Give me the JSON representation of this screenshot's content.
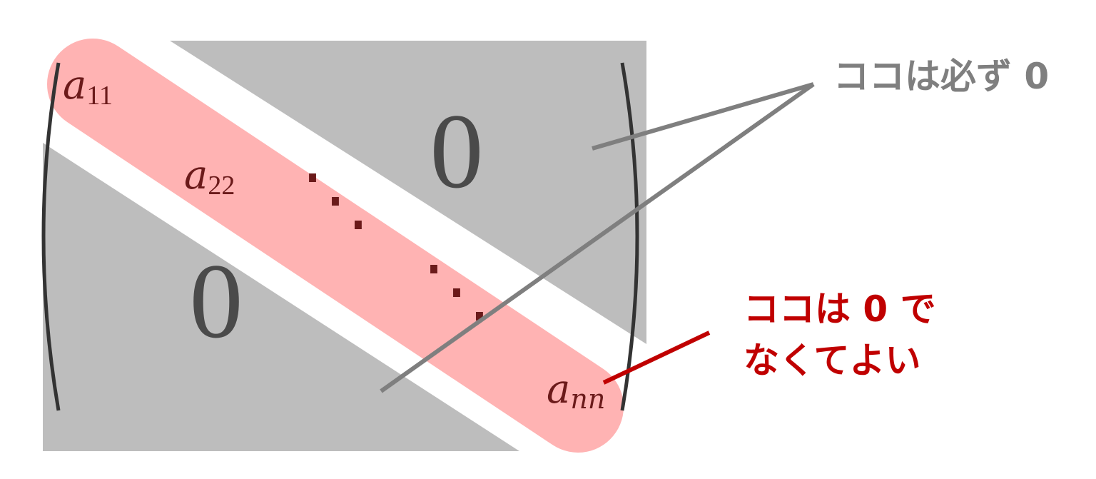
{
  "matrix": {
    "entries": {
      "a11": {
        "base": "a",
        "sub": "11"
      },
      "a22": {
        "base": "a",
        "sub": "22"
      },
      "ann": {
        "base": "a",
        "sub": "nn"
      }
    },
    "upper_zero": "0",
    "lower_zero": "0",
    "dots": "⋱"
  },
  "callouts": {
    "zero_region": {
      "text": "ココは必ず 0"
    },
    "diagonal": {
      "lines": [
        "ココは 0 で",
        "なくてよい"
      ]
    }
  },
  "colors": {
    "off_diagonal_fill": "#bdbdbd",
    "diagonal_highlight": "#ffb3b3",
    "entry_text": "#6b1a1a",
    "zero_text": "#4a4a4a",
    "bracket": "#333333",
    "gray_label": "#7f7f7f",
    "red_label": "#c00000"
  }
}
